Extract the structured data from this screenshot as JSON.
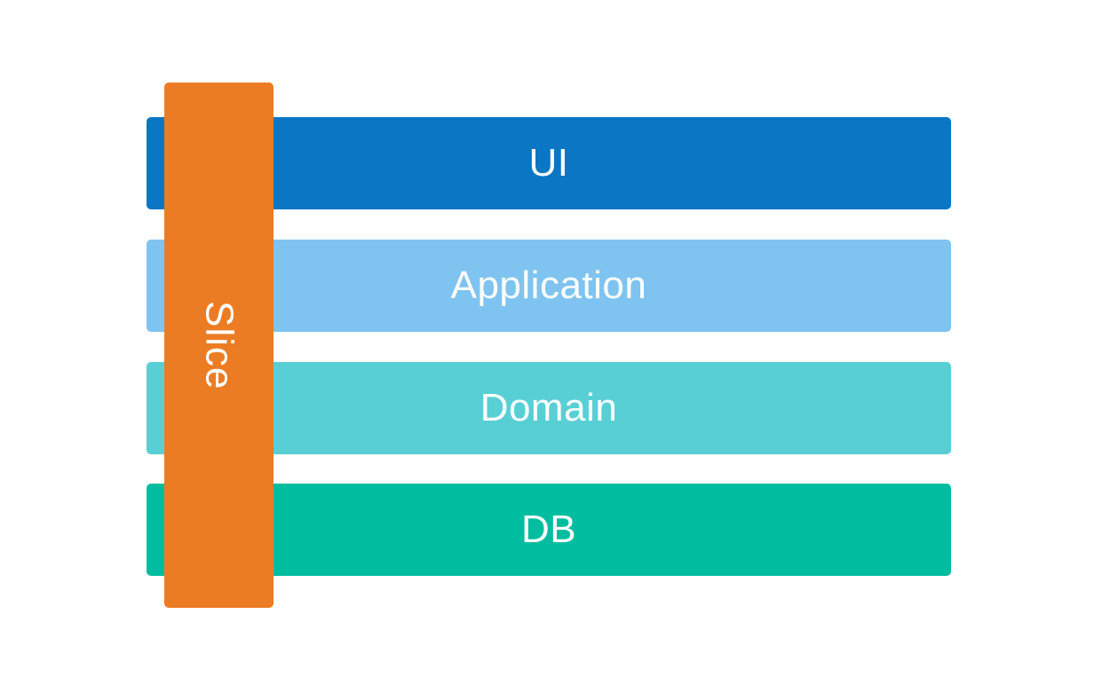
{
  "diagram": {
    "title": "layered-architecture-slice",
    "background_color": "#ffffff",
    "text_color": "#ffffff",
    "layers": [
      {
        "label": "UI",
        "color": "#0b76c3"
      },
      {
        "label": "Application",
        "color": "#7fc4f0"
      },
      {
        "label": "Domain",
        "color": "#58cfd5"
      },
      {
        "label": "DB",
        "color": "#00bd9f"
      }
    ],
    "slice": {
      "label": "Slice",
      "color": "#ec7c23"
    }
  }
}
